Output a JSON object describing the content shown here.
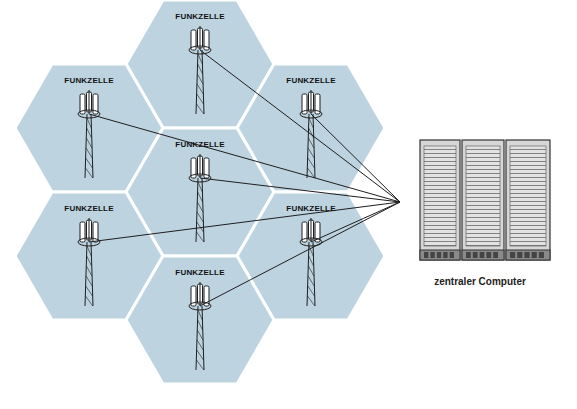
{
  "diagram": {
    "nodes": [
      {
        "text": [
          "FUNKZELLE"
        ]
      },
      {
        "text": [
          "FUNKZELLE"
        ]
      },
      {
        "text": [
          "FUNKZELLE"
        ]
      },
      {
        "text": [
          "FUNKZELLE"
        ]
      },
      {
        "text": [
          "FUNKZELLE"
        ]
      },
      {
        "text": [
          "FUNKZELLE"
        ]
      },
      {
        "text": [
          "FUNKZELLE"
        ]
      },
      {
        "text": [
          "zentraler Computer"
        ]
      }
    ],
    "edges": [
      {
        "from": 0,
        "to": 7,
        "arrow": "none"
      },
      {
        "from": 1,
        "to": 7,
        "arrow": "none"
      },
      {
        "from": 2,
        "to": 7,
        "arrow": "none"
      },
      {
        "from": 3,
        "to": 7,
        "arrow": "none"
      },
      {
        "from": 4,
        "to": 7,
        "arrow": "none"
      },
      {
        "from": 5,
        "to": 7,
        "arrow": "none"
      },
      {
        "from": 6,
        "to": 7,
        "arrow": "none"
      }
    ]
  }
}
